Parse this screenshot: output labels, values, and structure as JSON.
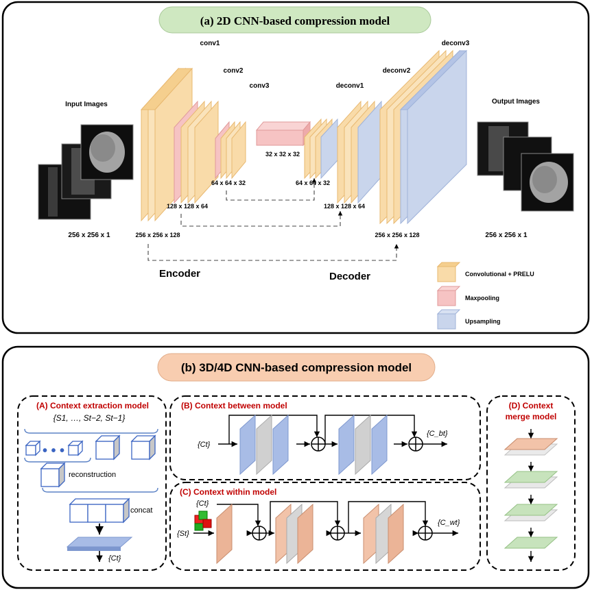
{
  "panel_a": {
    "title": "(a) 2D CNN-based compression model",
    "input_label": "Input Images",
    "output_label": "Output Images",
    "input_size": "256 x 256 x 1",
    "output_size": "256 x 256 x 1",
    "layers": {
      "conv1": "conv1",
      "conv2": "conv2",
      "conv3": "conv3",
      "deconv1": "deconv1",
      "deconv2": "deconv2",
      "deconv3": "deconv3"
    },
    "dims": {
      "enc1": "256 x 256 x 128",
      "enc2": "128 x 128 x 64",
      "enc3": "64 x 64 x 32",
      "bottleneck": "32 x 32 x 32",
      "dec1": "64 x 64 x 32",
      "dec2": "128 x 128 x 64",
      "dec3": "256 x 256 x 128"
    },
    "encoder": "Encoder",
    "decoder": "Decoder",
    "legend": [
      {
        "label": "Convolutional  + PRELU",
        "color": "#f9dba9"
      },
      {
        "label": "Maxpooling",
        "color": "#f6c3c3"
      },
      {
        "label": "Upsampling",
        "color": "#c9d5ec"
      }
    ],
    "title_bg": "#cfe8c1"
  },
  "panel_b": {
    "title": "(b) 3D/4D CNN-based compression model",
    "title_bg": "#f8cdb0",
    "sub_a_title": "(A) Context extraction model",
    "sub_a_set": "{S1, …, St−2, St−1}",
    "sub_a_reconstruction": "reconstruction",
    "sub_a_concat": "concat",
    "sub_a_output": "{Ct}",
    "sub_b_title": "(B) Context between model",
    "sub_b_input": "{Ct}",
    "sub_b_output": "{C_bt}",
    "sub_c_title": "(C) Context within model",
    "sub_c_input_c": "{Ct}",
    "sub_c_input_s": "{St}",
    "sub_c_output": "{C_wt}",
    "sub_d_title_1": "(D) Context",
    "sub_d_title_2": "merge model",
    "accent_red": "#c00000"
  }
}
